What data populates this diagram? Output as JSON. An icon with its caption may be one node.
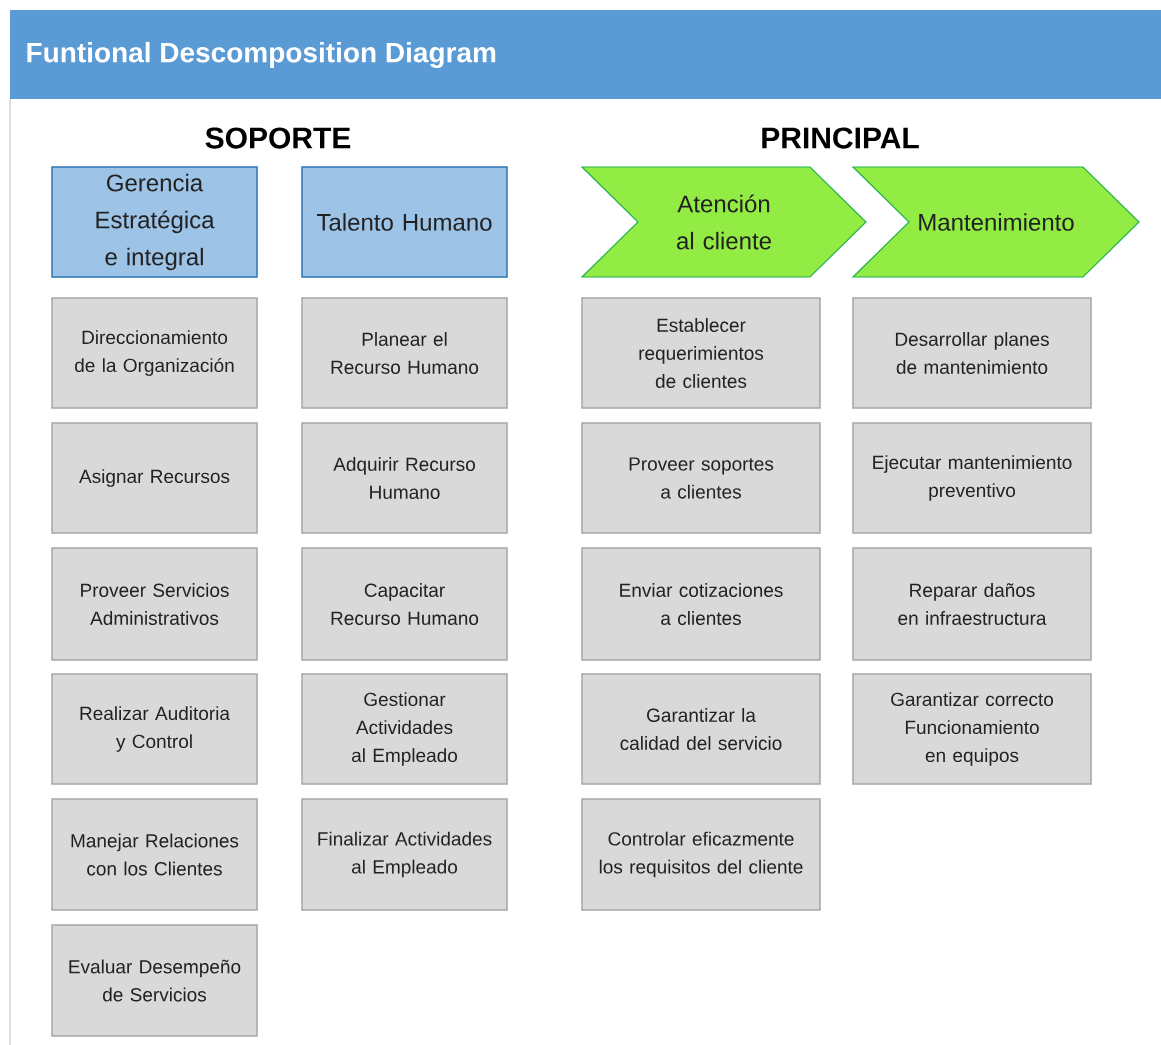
{
  "diagram": {
    "title": "Funtional Descomposition Diagram",
    "nodes": [
      {
        "text": [
          "Gerencia Estratégica e integral"
        ]
      },
      {
        "text": [
          "Direccionamiento de la Organización"
        ]
      },
      {
        "text": [
          "Asignar Recursos"
        ]
      },
      {
        "text": [
          "Proveer Servicios Administrativos"
        ]
      },
      {
        "text": [
          "Realizar Auditoria y Control"
        ]
      },
      {
        "text": [
          "Manejar Relaciones con los Clientes"
        ]
      },
      {
        "text": [
          "Evaluar Desempeño de Servicios"
        ]
      },
      {
        "text": [
          "Talento Humano"
        ]
      },
      {
        "text": [
          "Planear el Recurso Humano"
        ]
      },
      {
        "text": [
          "Adquirir Recurso Humano"
        ]
      },
      {
        "text": [
          "Capacitar Recurso Humano"
        ]
      },
      {
        "text": [
          "Gestionar Actividades al Empleado"
        ]
      },
      {
        "text": [
          "Finalizar Actividades al Empleado"
        ]
      },
      {
        "text": [
          "Atención al cliente"
        ]
      },
      {
        "text": [
          "Establecer requerimientos de clientes"
        ]
      },
      {
        "text": [
          "Proveer soportes a clientes"
        ]
      },
      {
        "text": [
          "Enviar cotizaciones a clientes"
        ]
      },
      {
        "text": [
          "Garantizar la calidad del servicio"
        ]
      },
      {
        "text": [
          "Controlar eficazmente los requisitos del cliente"
        ]
      },
      {
        "text": [
          "Mantenimiento"
        ]
      },
      {
        "text": [
          "Desarrollar planes de mantenimiento"
        ]
      },
      {
        "text": [
          "Ejecutar mantenimiento preventivo"
        ]
      },
      {
        "text": [
          "Reparar daños en infraestructura"
        ]
      },
      {
        "text": [
          "Garantizar correcto Funcionamiento en equipos"
        ]
      }
    ],
    "edges": [],
    "labels": [
      "SOPORTE",
      "PRINCIPAL"
    ]
  }
}
